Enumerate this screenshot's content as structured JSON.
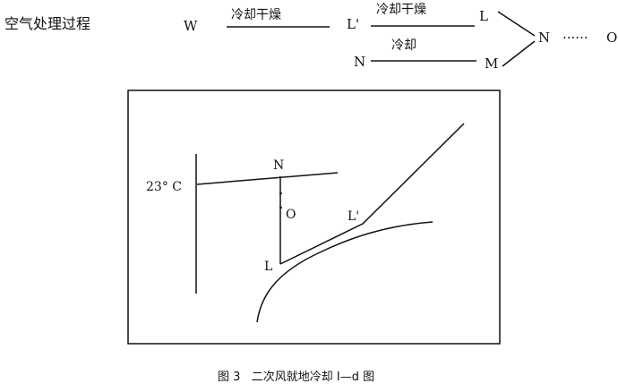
{
  "process": {
    "title": "空气处理过程",
    "w": "W",
    "step1": "冷却干燥",
    "l_prime": "L'",
    "step2": "冷却干燥",
    "l": "L",
    "n_start": "N",
    "step3": "冷却",
    "m": "M",
    "n_mix": "N",
    "dots": "······",
    "o": "O"
  },
  "diagram": {
    "temp_label": "23° C",
    "n": "N",
    "o": "O",
    "l_prime": "L'",
    "l": "L"
  },
  "caption": "图 3   二次风就地冷却 I—d 图"
}
